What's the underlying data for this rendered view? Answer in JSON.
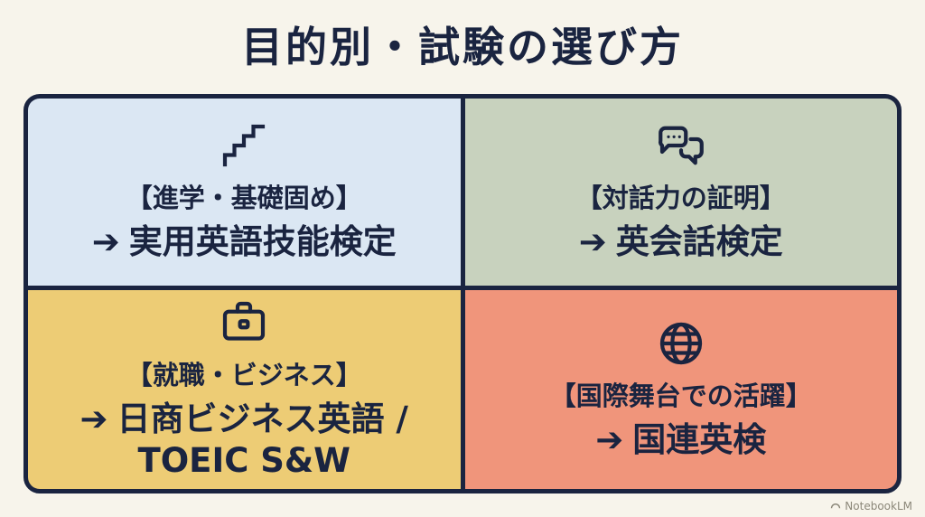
{
  "title": "目的別・試験の選び方",
  "watermark": {
    "label": "NotebookLM"
  },
  "colors": {
    "background": "#f7f4eb",
    "border": "#1a2440",
    "text": "#1a2440",
    "quadrant_top_left": "#dbe7f3",
    "quadrant_top_right": "#c8d2be",
    "quadrant_bottom_left": "#edcc75",
    "quadrant_bottom_right": "#f0957b"
  },
  "quadrants": [
    {
      "icon": "stairs-icon",
      "category": "【進学・基礎固め】",
      "arrow": "➔",
      "exam": "実用英語技能検定"
    },
    {
      "icon": "speech-bubbles-icon",
      "category": "【対話力の証明】",
      "arrow": "➔",
      "exam": "英会話検定"
    },
    {
      "icon": "briefcase-icon",
      "category": "【就職・ビジネス】",
      "arrow": "➔",
      "exam": "日商ビジネス英語 /\nTOEIC S&W"
    },
    {
      "icon": "globe-icon",
      "category": "【国際舞台での活躍】",
      "arrow": "➔",
      "exam": "国連英検"
    }
  ]
}
